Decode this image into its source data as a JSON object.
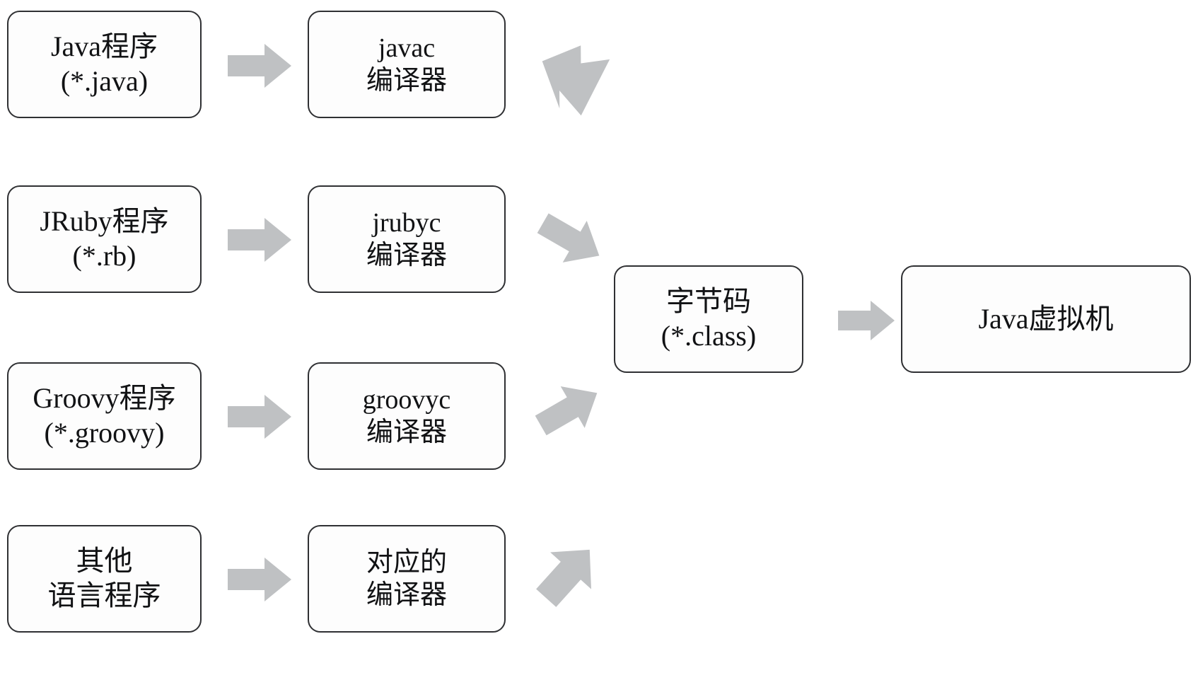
{
  "diagram": {
    "title": "Java virtual machine multi-language compilation flow",
    "background_color": "#ffffff",
    "box_border_color": "#2f3033",
    "box_fill_color": "#fdfdfd",
    "arrow_color": "#bfc1c3",
    "text_color": "#111214"
  },
  "sources": [
    {
      "line1": "Java程序",
      "line2": "(*.java)"
    },
    {
      "line1": "JRuby程序",
      "line2": "(*.rb)"
    },
    {
      "line1": "Groovy程序",
      "line2": "(*.groovy)"
    },
    {
      "line1": "其他",
      "line2": "语言程序"
    }
  ],
  "compilers": [
    {
      "line1": "javac",
      "line2": "编译器"
    },
    {
      "line1": "jrubyc",
      "line2": "编译器"
    },
    {
      "line1": "groovyc",
      "line2": "编译器"
    },
    {
      "line1": "对应的",
      "line2": "编译器"
    }
  ],
  "bytecode": {
    "line1": "字节码",
    "line2": "(*.class)"
  },
  "runtime": {
    "line1": "Java虚拟机",
    "line2": ""
  },
  "arrows": {
    "source_to_compiler": "arrow-right",
    "compiler_to_bytecode": "arrow-diagonal",
    "bytecode_to_runtime": "arrow-right"
  }
}
